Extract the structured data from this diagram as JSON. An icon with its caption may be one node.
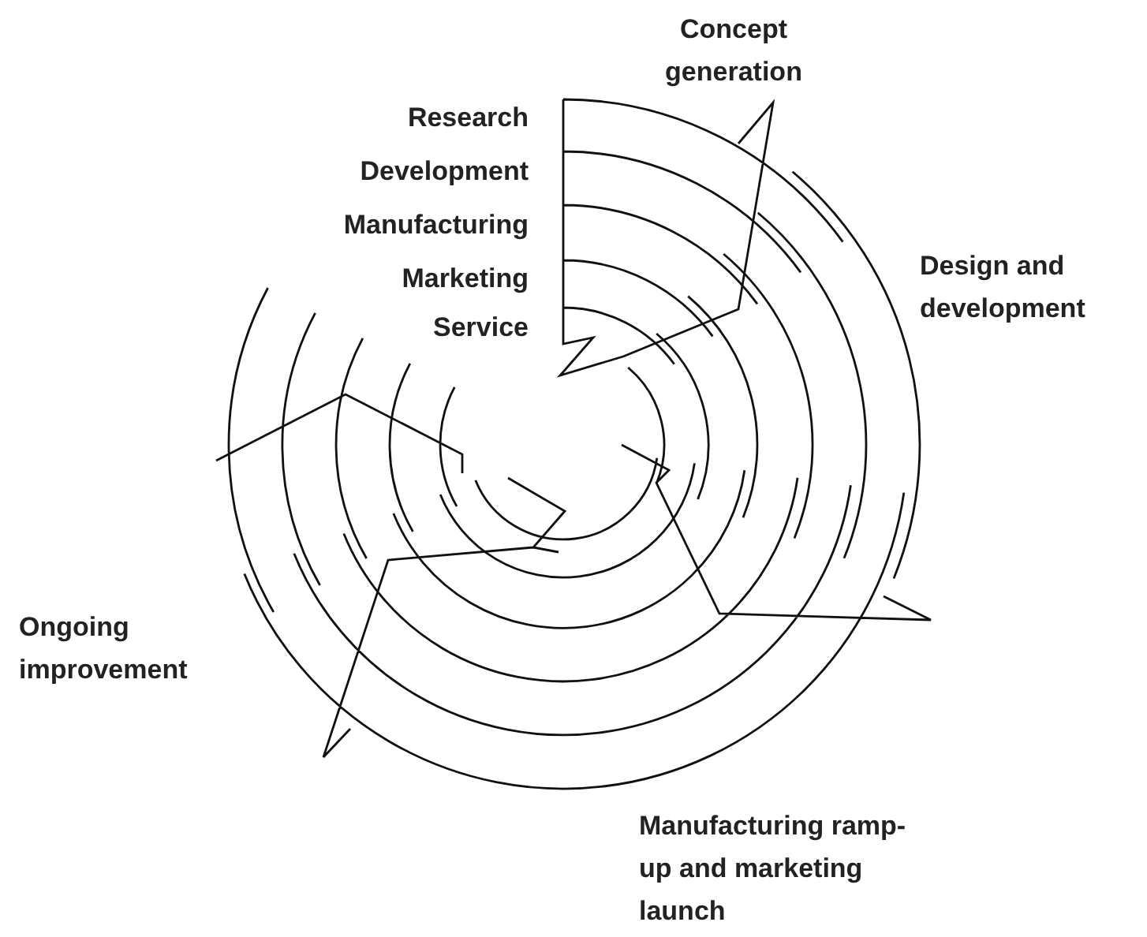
{
  "diagram": {
    "labels": [
      "Concept generation",
      "Research",
      "Development",
      "Manufacturing",
      "Design and development",
      "Marketing",
      "Service",
      "Ongoing improvement",
      "Manufacturing ramp-up and marketing launch"
    ]
  }
}
